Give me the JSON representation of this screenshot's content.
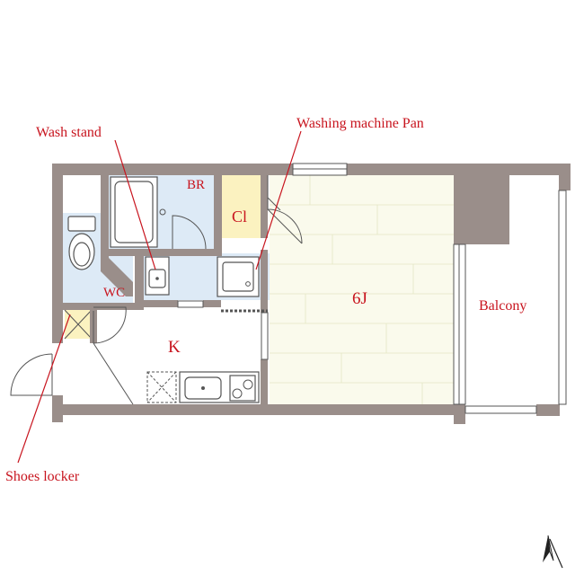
{
  "labels": {
    "wash_stand": "Wash stand",
    "washing_machine_pan": "Washing machine Pan",
    "br": "BR",
    "closet": "Cl",
    "wc": "WC",
    "kitchen": "K",
    "room": "6J",
    "balcony": "Balcony",
    "shoes_locker": "Shoes locker"
  },
  "colors": {
    "wall": "#9a8e8a",
    "wet_area": "#ddeaf6",
    "closet": "#fbf2c0",
    "floor": "#fafaec",
    "label": "#c8141e"
  },
  "icons": [
    "north-arrow-icon"
  ]
}
